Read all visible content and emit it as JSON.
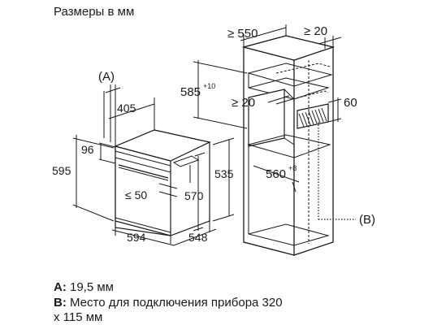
{
  "title": "Размеры в мм",
  "labels": {
    "a_marker": "(A)",
    "b_marker": "(B)",
    "d405": "405",
    "d96": "96",
    "d595": "595",
    "d594": "594",
    "d548": "548",
    "d50": "≤ 50",
    "d570": "570",
    "d535": "535",
    "d585": "585",
    "d585_sup": "+10",
    "d550": "≥ 550",
    "d20_top": "≥ 20",
    "d20_mid": "≥ 20",
    "d60": "60",
    "d560": "560",
    "d560_sup": "+8"
  },
  "legend": {
    "a_key": "A:",
    "a_text": "19,5 мм",
    "b_key": "B:",
    "b_text": "Место для подключения прибора 320",
    "b_text2": "x 115 мм"
  }
}
